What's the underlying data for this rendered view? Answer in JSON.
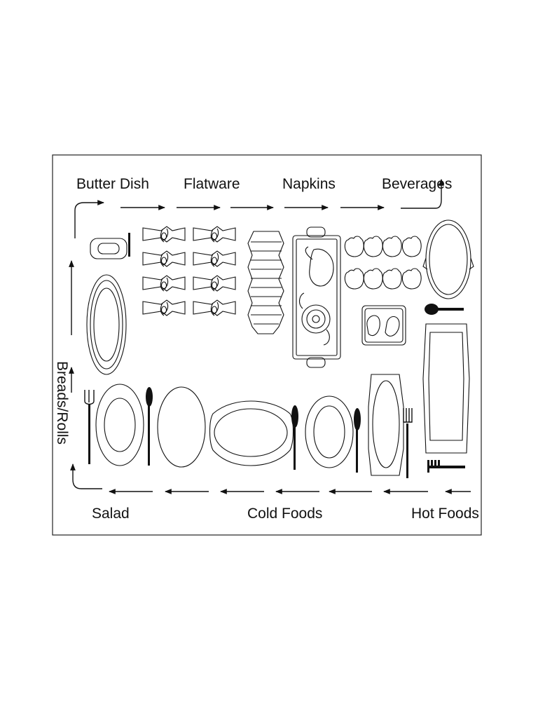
{
  "labels": {
    "butter_dish": "Butter Dish",
    "flatware": "Flatware",
    "napkins": "Napkins",
    "beverages": "Beverages",
    "breads_rolls": "Breads/Rolls",
    "salad": "Salad",
    "cold_foods": "Cold Foods",
    "hot_foods": "Hot Foods"
  },
  "colors": {
    "line": "#111111",
    "background": "#ffffff"
  }
}
